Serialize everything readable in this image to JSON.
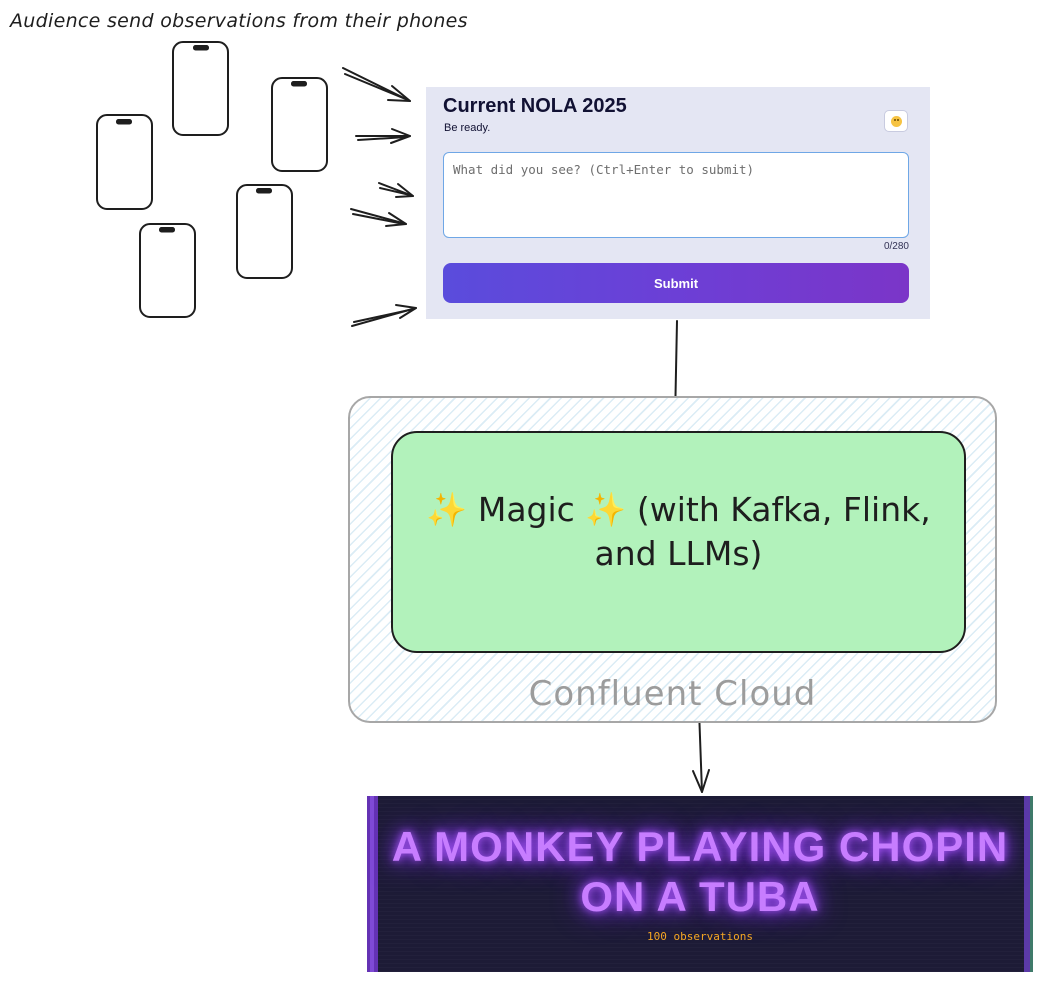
{
  "caption": "Audience send observations from their phones",
  "form": {
    "title": "Current NOLA 2025",
    "subtitle": "Be ready.",
    "emoji_icon": "smiley-face-icon",
    "input_placeholder": "What did you see? (Ctrl+Enter to submit)",
    "char_counter": "0/280",
    "submit_label": "Submit"
  },
  "cloud": {
    "label": "Confluent Cloud",
    "magic_text": "✨ Magic ✨ (with Kafka, Flink, and LLMs)"
  },
  "display": {
    "headline": "A MONKEY PLAYING CHOPIN ON A TUBA",
    "count": "100 observations"
  },
  "colors": {
    "magic_fill": "#b2f2bb",
    "display_bg": "#1d1b36",
    "headline": "#c77dff",
    "button_start": "#5a4cdc",
    "button_end": "#7b35c8"
  }
}
